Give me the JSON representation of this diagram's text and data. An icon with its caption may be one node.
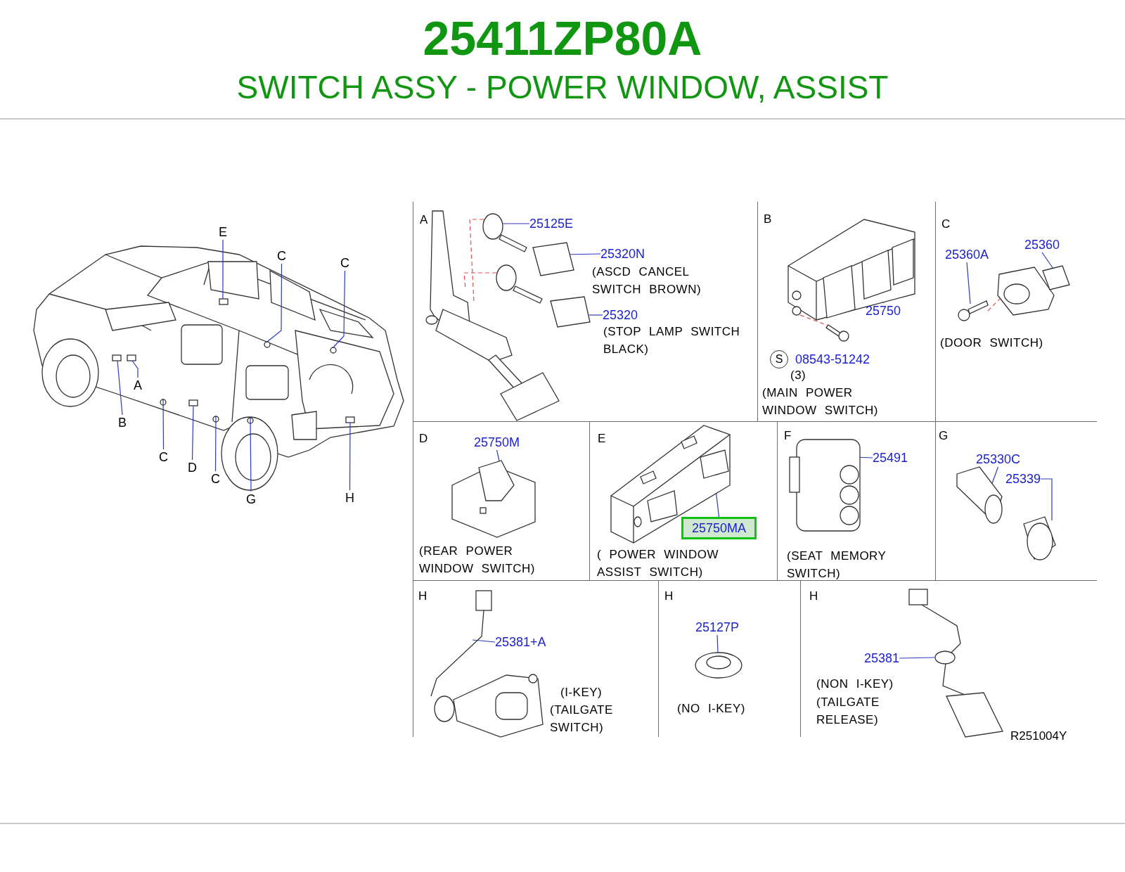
{
  "diagram": {
    "title": "25411ZP80A",
    "nodes": [
      {
        "text": [
          "E"
        ]
      },
      {
        "text": [
          "C"
        ]
      },
      {
        "text": [
          "C"
        ]
      },
      {
        "text": [
          "A"
        ]
      },
      {
        "text": [
          "B"
        ]
      },
      {
        "text": [
          "C"
        ]
      },
      {
        "text": [
          "D"
        ]
      },
      {
        "text": [
          "C"
        ]
      },
      {
        "text": [
          "G"
        ]
      },
      {
        "text": [
          "H"
        ]
      },
      {
        "text": [
          "A",
          "(ASCD CANCEL SWITCH BROWN)",
          "(STOP LAMP SWITCH BLACK)"
        ]
      },
      {
        "text": [
          "25125E"
        ],
        "in": 10
      },
      {
        "text": [
          "25320N"
        ],
        "in": 10
      },
      {
        "text": [
          "25320"
        ],
        "in": 10
      },
      {
        "text": [
          "B",
          "(3)",
          "(MAIN POWER WINDOW SWITCH)"
        ]
      },
      {
        "text": [
          "25750"
        ],
        "in": 14
      },
      {
        "text": [
          "S"
        ],
        "in": 14
      },
      {
        "text": [
          "08543-51242"
        ],
        "in": 14
      },
      {
        "text": [
          "C",
          "(DOOR SWITCH)"
        ]
      },
      {
        "text": [
          "25360A"
        ],
        "in": 18
      },
      {
        "text": [
          "25360"
        ],
        "in": 18
      },
      {
        "text": [
          "D",
          "(REAR POWER WINDOW SWITCH)"
        ]
      },
      {
        "text": [
          "25750M"
        ],
        "in": 21
      },
      {
        "text": [
          "E",
          "( POWER WINDOW ASSIST SWITCH)"
        ]
      },
      {
        "text": [
          "25750MA"
        ],
        "in": 23
      },
      {
        "text": [
          "F",
          "(SEAT MEMORY SWITCH)"
        ]
      },
      {
        "text": [
          "25491"
        ],
        "in": 25
      },
      {
        "text": [
          "G"
        ]
      },
      {
        "text": [
          "25330C"
        ],
        "in": 27
      },
      {
        "text": [
          "25339"
        ],
        "in": 27
      },
      {
        "text": [
          "H",
          "(I-KEY)",
          "(TAILGATE SWITCH)"
        ]
      },
      {
        "text": [
          "25381+A"
        ],
        "in": 30
      },
      {
        "text": [
          "H",
          "(NO I-KEY)"
        ]
      },
      {
        "text": [
          "25127P"
        ],
        "in": 32
      },
      {
        "text": [
          "H",
          "(NON I-KEY)",
          "(TAILGATE RELEASE)"
        ]
      },
      {
        "text": [
          "25381"
        ],
        "in": 34
      },
      {
        "text": [],
        "shape": "picture",
        "in": 10
      },
      {
        "text": [],
        "shape": "picture",
        "in": 10
      },
      {
        "text": [],
        "shape": "picture",
        "in": 10
      },
      {
        "text": [],
        "shape": "picture",
        "in": 14
      },
      {
        "text": [],
        "shape": "picture",
        "in": 18
      },
      {
        "text": [],
        "shape": "picture",
        "in": 18
      },
      {
        "text": [],
        "shape": "picture",
        "in": 21
      },
      {
        "text": [],
        "shape": "picture",
        "in": 23
      },
      {
        "text": [],
        "shape": "picture",
        "in": 25
      },
      {
        "text": [],
        "shape": "picture",
        "in": 27
      },
      {
        "text": [],
        "shape": "picture",
        "in": 27
      },
      {
        "text": [],
        "shape": "picture",
        "in": 30
      },
      {
        "text": [],
        "shape": "picture",
        "in": 32
      },
      {
        "text": [],
        "shape": "picture",
        "in": 34
      },
      {
        "text": [],
        "shape": "box"
      },
      {
        "text": [],
        "shape": "circle"
      },
      {
        "text": [],
        "shape": "circle"
      },
      {
        "text": [],
        "shape": "box"
      },
      {
        "text": [],
        "shape": "box"
      },
      {
        "text": [],
        "shape": "circle"
      },
      {
        "text": [],
        "shape": "box"
      },
      {
        "text": [],
        "shape": "circle"
      },
      {
        "text": [],
        "shape": "circle"
      },
      {
        "text": [],
        "shape": "box"
      }
    ],
    "edges": [
      {
        "from": 0,
        "to": 50,
        "arrow": "none"
      },
      {
        "from": 1,
        "to": 51,
        "arrow": "none"
      },
      {
        "from": 2,
        "to": 52,
        "arrow": "none"
      },
      {
        "from": 3,
        "to": 53,
        "arrow": "none"
      },
      {
        "from": 4,
        "to": 54,
        "arrow": "none"
      },
      {
        "from": 5,
        "to": 55,
        "arrow": "none"
      },
      {
        "from": 6,
        "to": 56,
        "arrow": "none"
      },
      {
        "from": 7,
        "to": 57,
        "arrow": "none"
      },
      {
        "from": 8,
        "to": 58,
        "arrow": "none"
      },
      {
        "from": 9,
        "to": 59,
        "arrow": "none"
      },
      {
        "from": 11,
        "to": 36,
        "arrow": "none"
      },
      {
        "from": 12,
        "to": 37,
        "arrow": "none"
      },
      {
        "from": 13,
        "to": 38,
        "arrow": "none"
      },
      {
        "from": 15,
        "to": 39,
        "arrow": "none"
      },
      {
        "from": 19,
        "to": 40,
        "arrow": "none"
      },
      {
        "from": 20,
        "to": 41,
        "arrow": "none"
      },
      {
        "from": 22,
        "to": 42,
        "arrow": "none"
      },
      {
        "from": 24,
        "to": 43,
        "arrow": "none"
      },
      {
        "from": 26,
        "to": 44,
        "arrow": "none"
      },
      {
        "from": 28,
        "to": 45,
        "arrow": "none"
      },
      {
        "from": 29,
        "to": 46,
        "arrow": "none"
      },
      {
        "from": 31,
        "to": 47,
        "arrow": "none"
      },
      {
        "from": 33,
        "to": 48,
        "arrow": "none"
      },
      {
        "from": 35,
        "to": 49,
        "arrow": "none"
      },
      {
        "from": 40,
        "to": 41,
        "arrow": "none",
        "style": "dashed",
        "color": "#e05050"
      }
    ],
    "labels": [
      "SWITCH ASSY - POWER WINDOW, ASSIST",
      "R251004Y"
    ]
  }
}
